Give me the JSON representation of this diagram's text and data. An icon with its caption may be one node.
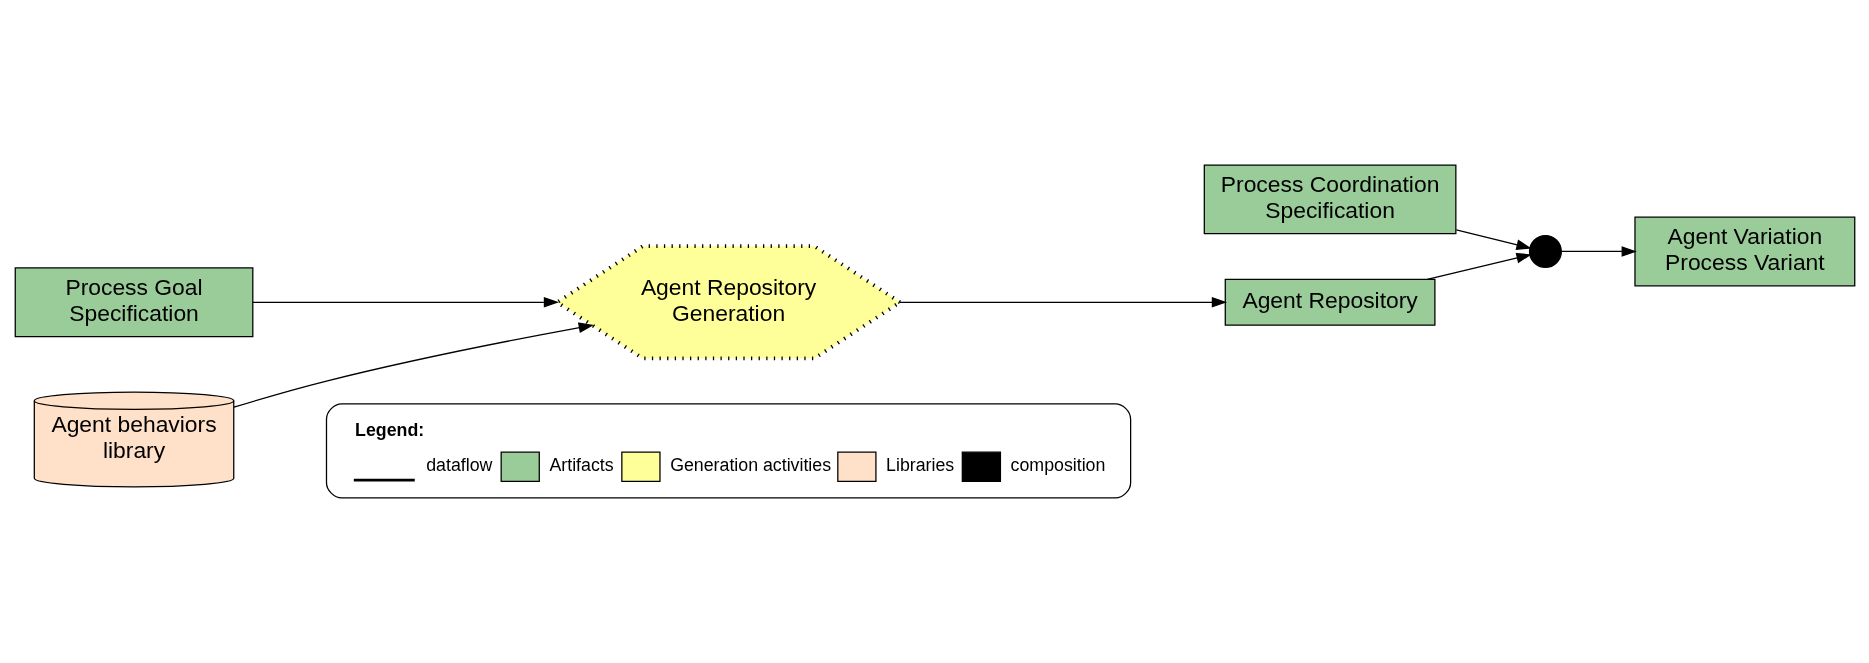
{
  "diagram": {
    "nodes": [
      {
        "text": [
          "Process Coordination Specification"
        ]
      },
      {
        "text": [
          "Process Goal Specification"
        ]
      },
      {
        "text": [
          "Agent Repository Generation"
        ]
      },
      {
        "text": [
          "Agent Repository"
        ]
      },
      {
        "text": [],
        "shape": "circle"
      },
      {
        "text": [
          "Agent Variation Process Variant"
        ]
      },
      {
        "text": [
          "Agent behaviors library"
        ]
      }
    ],
    "edges": [
      {
        "from": 1,
        "to": 2,
        "arrow": "to"
      },
      {
        "from": 6,
        "to": 2,
        "arrow": "to"
      },
      {
        "from": 2,
        "to": 3,
        "arrow": "to"
      },
      {
        "from": 3,
        "to": 4,
        "arrow": "to"
      },
      {
        "from": 0,
        "to": 4,
        "arrow": "to"
      },
      {
        "from": 4,
        "to": 5,
        "arrow": "to"
      }
    ],
    "labels": [
      "Legend:"
    ],
    "legend": [
      {
        "text": "dataflow"
      },
      {
        "text": "Artifacts",
        "color": "#99cc99"
      },
      {
        "text": "Generation activities",
        "color": "#ffff99"
      },
      {
        "text": "Libraries",
        "color": "#ffe0c8"
      },
      {
        "text": "composition",
        "color": "#000000"
      }
    ]
  }
}
